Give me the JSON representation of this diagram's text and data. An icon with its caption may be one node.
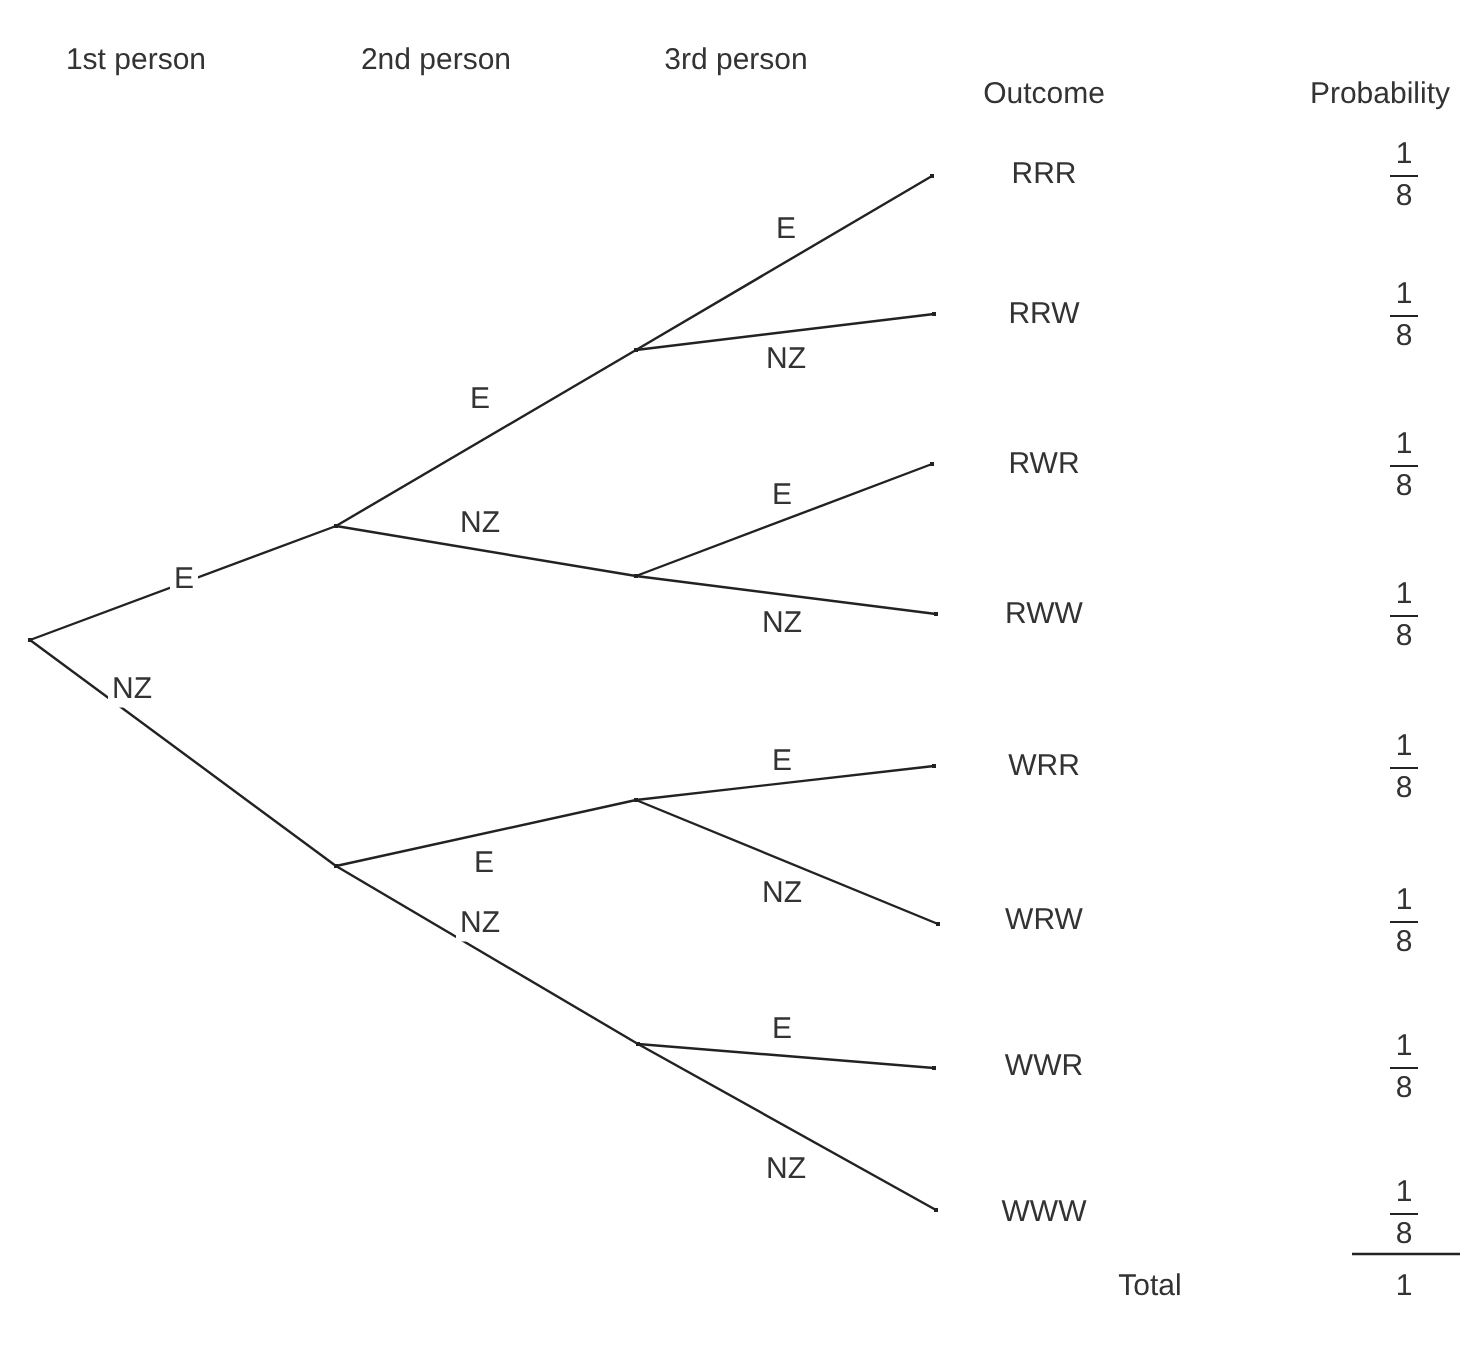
{
  "diagram": {
    "nodes": [
      {
        "text": [],
        "shape": "point"
      },
      {
        "text": [],
        "shape": "point"
      },
      {
        "text": [],
        "shape": "point"
      },
      {
        "text": [],
        "shape": "point"
      },
      {
        "text": [],
        "shape": "point"
      },
      {
        "text": [],
        "shape": "point"
      },
      {
        "text": [],
        "shape": "point"
      },
      {
        "text": [],
        "shape": "point"
      },
      {
        "text": [],
        "shape": "point"
      },
      {
        "text": [],
        "shape": "point"
      },
      {
        "text": [],
        "shape": "point"
      },
      {
        "text": [],
        "shape": "point"
      },
      {
        "text": [],
        "shape": "point"
      },
      {
        "text": [],
        "shape": "point"
      },
      {
        "text": [],
        "shape": "point"
      }
    ],
    "edges": [
      {
        "from": 0,
        "to": 1,
        "arrow": "none",
        "label": "E"
      },
      {
        "from": 0,
        "to": 2,
        "arrow": "none",
        "label": "NZ"
      },
      {
        "from": 1,
        "to": 3,
        "arrow": "none",
        "label": "E"
      },
      {
        "from": 1,
        "to": 4,
        "arrow": "none",
        "label": "NZ"
      },
      {
        "from": 2,
        "to": 5,
        "arrow": "none",
        "label": "E"
      },
      {
        "from": 2,
        "to": 6,
        "arrow": "none",
        "label": "NZ"
      },
      {
        "from": 3,
        "to": 7,
        "arrow": "none",
        "label": "E"
      },
      {
        "from": 3,
        "to": 8,
        "arrow": "none",
        "label": "NZ"
      },
      {
        "from": 4,
        "to": 9,
        "arrow": "none",
        "label": "E"
      },
      {
        "from": 4,
        "to": 10,
        "arrow": "none",
        "label": "NZ"
      },
      {
        "from": 5,
        "to": 11,
        "arrow": "none",
        "label": "E"
      },
      {
        "from": 5,
        "to": 12,
        "arrow": "none",
        "label": "NZ"
      },
      {
        "from": 6,
        "to": 13,
        "arrow": "none",
        "label": "E"
      },
      {
        "from": 6,
        "to": 14,
        "arrow": "none",
        "label": "NZ"
      }
    ],
    "labels": [
      "1st person",
      "2nd person",
      "3rd person",
      "Outcome",
      "Probability",
      "RRR",
      "1",
      "8",
      "RRW",
      "1",
      "8",
      "RWR",
      "1",
      "8",
      "RWW",
      "1",
      "8",
      "WRR",
      "1",
      "8",
      "WRW",
      "1",
      "8",
      "WWR",
      "1",
      "8",
      "WWW",
      "1",
      "8",
      "Total",
      "1"
    ]
  }
}
